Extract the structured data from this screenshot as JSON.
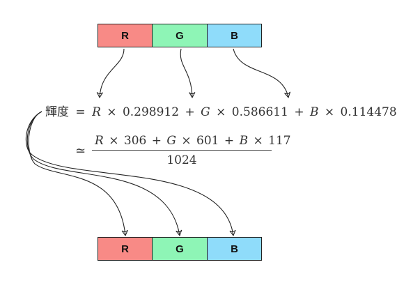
{
  "top_row": [
    {
      "label": "R",
      "color": "#f88a86"
    },
    {
      "label": "G",
      "color": "#8ef5b6"
    },
    {
      "label": "B",
      "color": "#8fdcfa"
    }
  ],
  "bottom_row": [
    {
      "label": "R",
      "color": "#f88a86"
    },
    {
      "label": "G",
      "color": "#8ef5b6"
    },
    {
      "label": "B",
      "color": "#8fdcfa"
    }
  ],
  "equation": {
    "lhs": "輝度",
    "eq": "=",
    "r_var": "R",
    "r_coef": "0.298912",
    "g_var": "G",
    "g_coef": "0.586611",
    "b_var": "B",
    "b_coef": "0.114478",
    "times": "×",
    "plus": "+"
  },
  "approx": {
    "symbol": "≃",
    "r_var": "R",
    "r_coef": "306",
    "g_var": "G",
    "g_coef": "601",
    "b_var": "B",
    "b_coef": "117",
    "times": "×",
    "plus": "+",
    "denominator": "1024"
  }
}
